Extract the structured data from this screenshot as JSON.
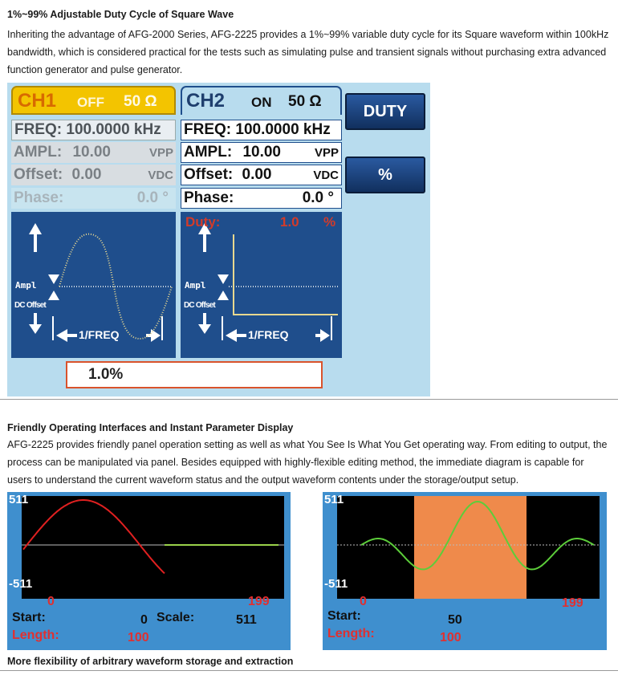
{
  "sections": [
    {
      "title": "1%~99% Adjustable Duty Cycle of Square Wave",
      "body": "Inheriting the advantage of AFG-2000 Series, AFG-2225 provides a 1%~99% variable duty cycle for its Square waveform within 100kHz bandwidth, which is considered practical for the tests such as simulating pulse and transient signals without purchasing extra advanced function generator and pulse generator."
    },
    {
      "title": "Friendly Operating Interfaces and Instant Parameter Display",
      "body": "AFG-2225 provides friendly panel operation setting as well as what You See Is What You Get operating way. From editing to output, the process can be manipulated via panel. Besides equipped with highly-flexible editing method, the immediate diagram is capable for users to understand the current waveform status and the output waveform contents under the storage/output setup."
    }
  ],
  "caption3": "More flexibility of arbitrary waveform storage and extraction",
  "panel1": {
    "ch1": {
      "name": "CH1",
      "state": "OFF",
      "imp": "50 Ω",
      "freq_label": "FREQ:",
      "freq": "100.0000 kHz",
      "ampl_label": "AMPL:",
      "ampl": "10.00",
      "ampl_unit": "VPP",
      "offset_label": "Offset:",
      "offset": "0.00",
      "offset_unit": "VDC",
      "phase_label": "Phase:",
      "phase": "0.0 °"
    },
    "ch2": {
      "name": "CH2",
      "state": "ON",
      "imp": "50 Ω",
      "freq_label": "FREQ:",
      "freq": "100.0000 kHz",
      "ampl_label": "AMPL:",
      "ampl": "10.00",
      "ampl_unit": "VPP",
      "offset_label": "Offset:",
      "offset": "0.00",
      "offset_unit": "VDC",
      "phase_label": "Phase:",
      "phase": "0.0 °",
      "duty_label": "Duty:",
      "duty": "1.0",
      "duty_unit": "%"
    },
    "plot_labels": {
      "ampl": "Ampl",
      "dcoffset": "DC Offset",
      "period": "1/FREQ"
    },
    "softkeys": [
      "DUTY",
      "%"
    ],
    "input_value": "1.0%",
    "colors": {
      "ch1": "#f2c200",
      "ch2": "#1f4e8c",
      "bg": "#b8dcee"
    }
  },
  "panel2": {
    "ytop": "511",
    "ybot": "-511",
    "xstart": "0",
    "xend": "199",
    "start_label": "Start:",
    "start_value": "0",
    "scale_label": "Scale:",
    "scale_value": "511",
    "length_label": "Length:",
    "length_value": "100",
    "wave_color": "#e02020"
  },
  "panel3": {
    "ytop": "511",
    "ybot": "-511",
    "xstart": "0",
    "xend": "199",
    "start_label": "Start:",
    "start_value": "50",
    "length_label": "Length:",
    "length_value": "100",
    "wave_color": "#5ccd3a",
    "highlight_color": "#ef8a4b"
  }
}
